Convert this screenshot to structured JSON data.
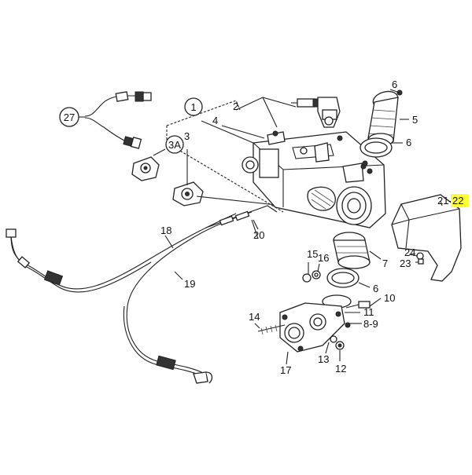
{
  "labels": {
    "l1": "1",
    "l2": "2",
    "l3": "3",
    "l3a": "3A",
    "l4": "4",
    "l5": "5",
    "l6a": "6",
    "l6b": "6",
    "l6c": "6",
    "l7": "7",
    "l8_9": "8-9",
    "l10": "10",
    "l11": "11",
    "l12": "12",
    "l13": "13",
    "l14": "14",
    "l15": "15",
    "l16": "16",
    "l17": "17",
    "l18": "18",
    "l19": "19",
    "l20": "20",
    "l21": "21-",
    "l22": "22",
    "l23": "23",
    "l24": "24",
    "l27": "27"
  },
  "highlight_color": "#ffff33"
}
